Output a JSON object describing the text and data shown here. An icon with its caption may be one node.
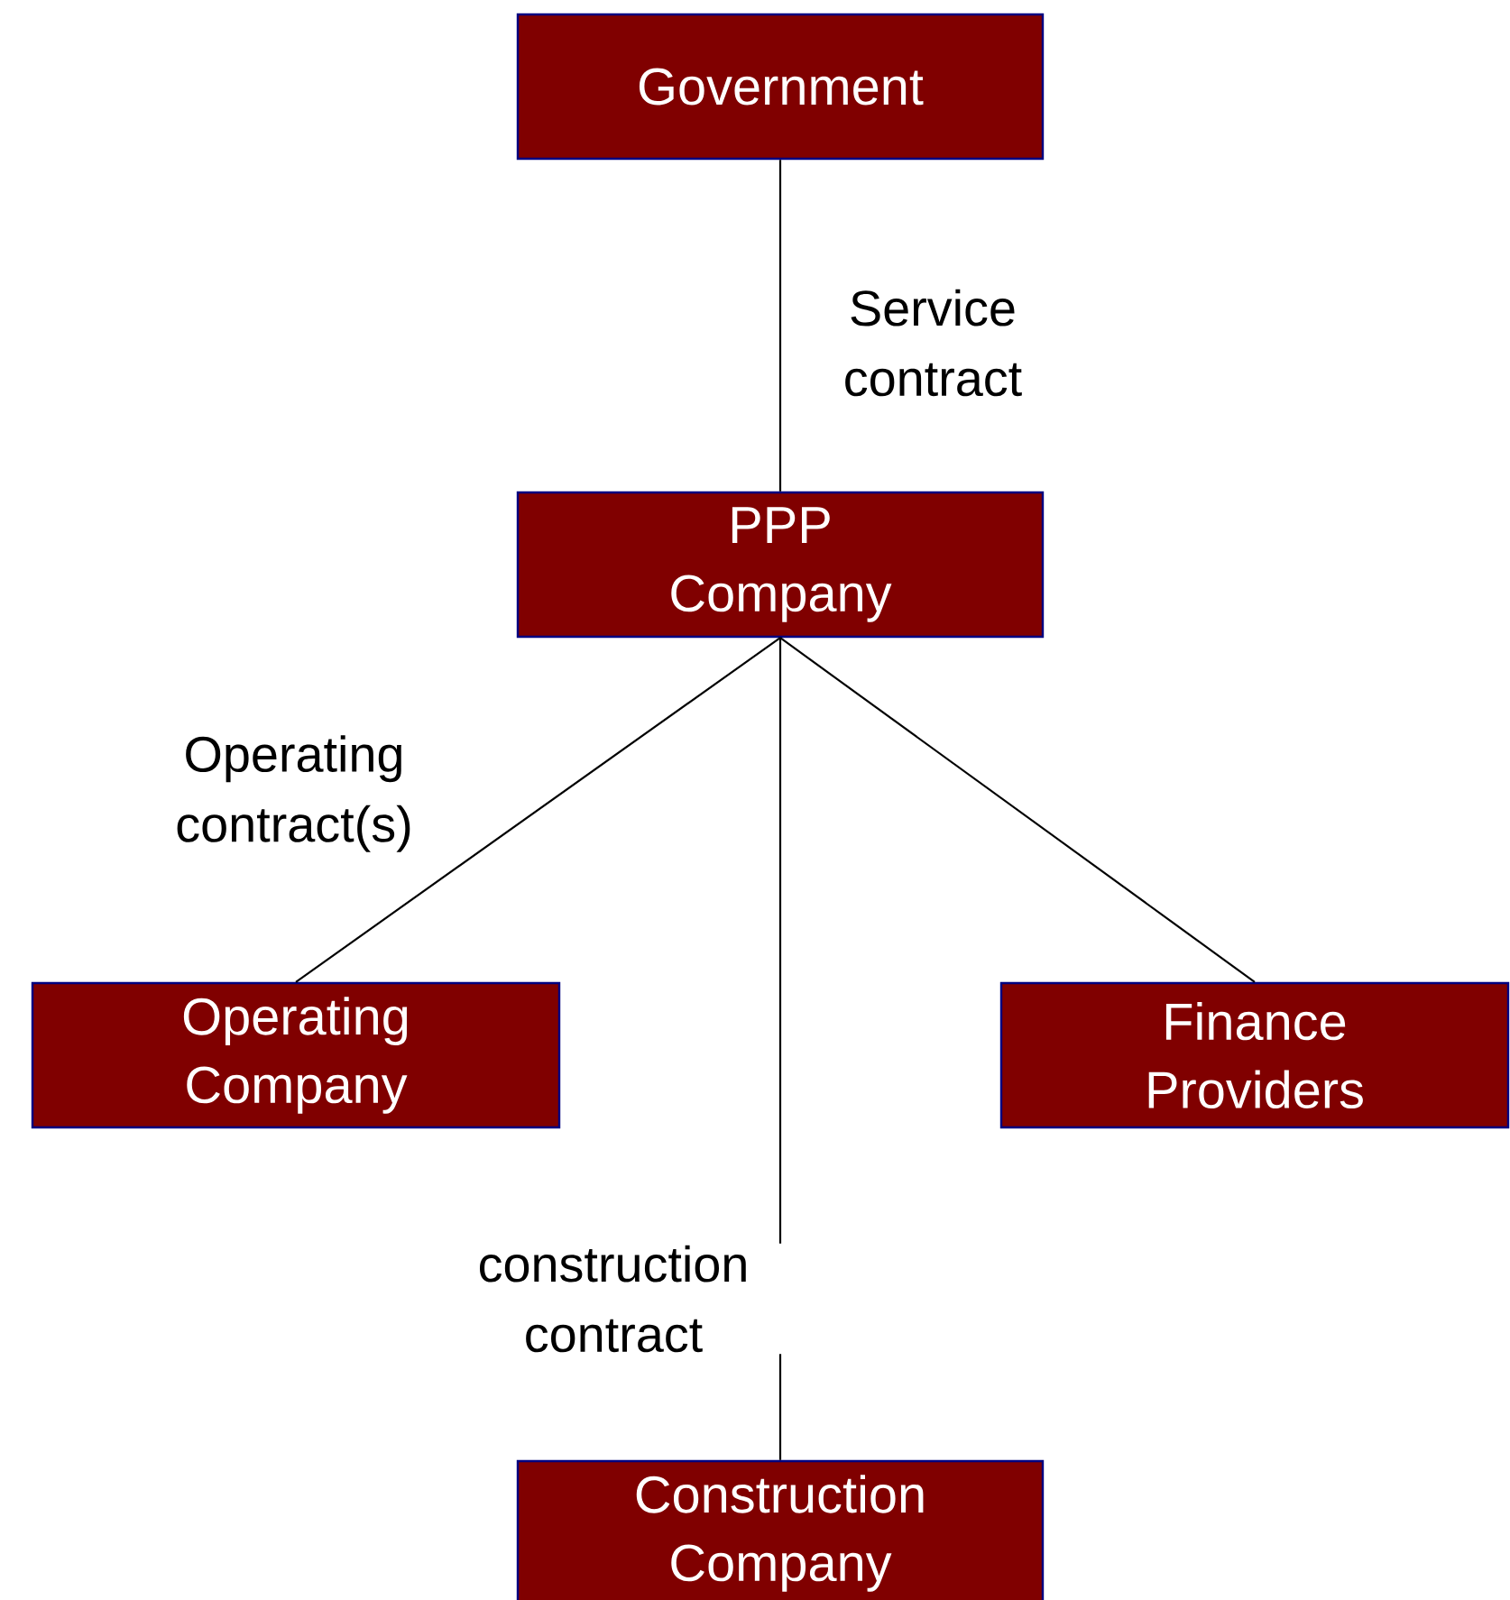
{
  "diagram": {
    "nodes": [
      {
        "text": [
          "Government"
        ]
      },
      {
        "text": [
          "PPP Company"
        ]
      },
      {
        "text": [
          "Operating Company"
        ]
      },
      {
        "text": [
          "Finance Providers"
        ]
      },
      {
        "text": [
          "Construction Company"
        ]
      }
    ],
    "edges": [
      {
        "from": 0,
        "to": 1,
        "arrow": "none",
        "label": "Service contract"
      },
      {
        "from": 1,
        "to": 2,
        "arrow": "none",
        "label": "Operating contract(s)"
      },
      {
        "from": 1,
        "to": 4,
        "arrow": "none",
        "label": "construction contract"
      },
      {
        "from": 1,
        "to": 3,
        "arrow": "none"
      }
    ]
  }
}
